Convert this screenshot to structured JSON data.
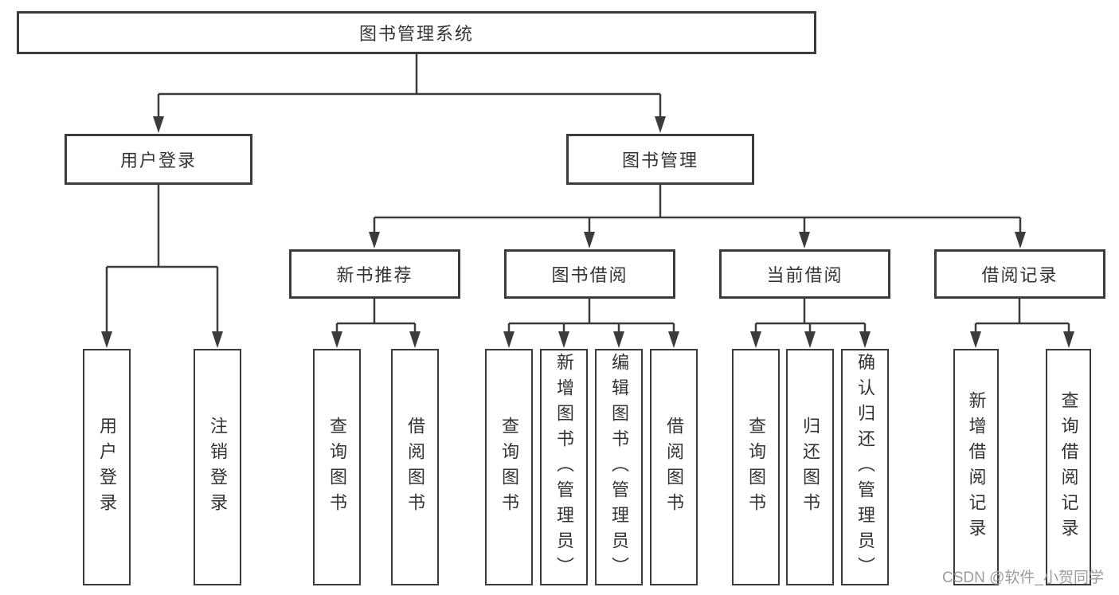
{
  "diagram": {
    "type": "hierarchy-tree",
    "orientation": "top-down",
    "tree": {
      "label": "图书管理系统",
      "children": [
        {
          "label": "用户登录",
          "children": [
            {
              "label": "用户登录"
            },
            {
              "label": "注销登录"
            }
          ]
        },
        {
          "label": "图书管理",
          "children": [
            {
              "label": "新书推荐",
              "children": [
                {
                  "label": "查询图书"
                },
                {
                  "label": "借阅图书"
                }
              ]
            },
            {
              "label": "图书借阅",
              "children": [
                {
                  "label": "查询图书"
                },
                {
                  "label": "新增图书（管理员）"
                },
                {
                  "label": "编辑图书（管理员）"
                },
                {
                  "label": "借阅图书"
                }
              ]
            },
            {
              "label": "当前借阅",
              "children": [
                {
                  "label": "查询图书"
                },
                {
                  "label": "归还图书"
                },
                {
                  "label": "确认归还（管理员）"
                }
              ]
            },
            {
              "label": "借阅记录",
              "children": [
                {
                  "label": "新增借阅记录"
                },
                {
                  "label": "查询借阅记录"
                }
              ]
            }
          ]
        }
      ]
    },
    "colors": {
      "line": "#3b3b3b",
      "box_border": "#3b3b3b",
      "box_fill": "#ffffff",
      "text": "#333333",
      "background": "#ffffff",
      "watermark": "#9c9c9c"
    }
  },
  "watermark": {
    "text": "CSDN @软件_小贺同学"
  }
}
